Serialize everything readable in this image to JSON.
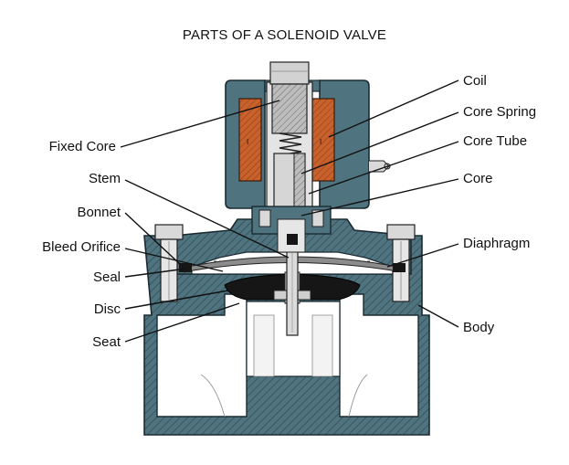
{
  "title": "PARTS OF A SOLENOID VALVE",
  "colors": {
    "body_fill": "#4f7480",
    "body_stroke": "#1b2b31",
    "coil": "#c8612c",
    "bore": "#ffffff",
    "metal_light": "#d9d9d9",
    "metal_mid": "#a9a9a9",
    "dark": "#161616",
    "leader": "#111111"
  },
  "labels_left": [
    {
      "key": "fixed-core",
      "text": "Fixed Core"
    },
    {
      "key": "stem",
      "text": "Stem"
    },
    {
      "key": "bonnet",
      "text": "Bonnet"
    },
    {
      "key": "bleed-orifice",
      "text": "Bleed Orifice"
    },
    {
      "key": "seal",
      "text": "Seal"
    },
    {
      "key": "disc",
      "text": "Disc"
    },
    {
      "key": "seat",
      "text": "Seat"
    }
  ],
  "labels_right": [
    {
      "key": "coil",
      "text": "Coil"
    },
    {
      "key": "core-spring",
      "text": "Core Spring"
    },
    {
      "key": "core-tube",
      "text": "Core Tube"
    },
    {
      "key": "core",
      "text": "Core"
    },
    {
      "key": "diaphragm",
      "text": "Diaphragm"
    },
    {
      "key": "body",
      "text": "Body"
    }
  ]
}
